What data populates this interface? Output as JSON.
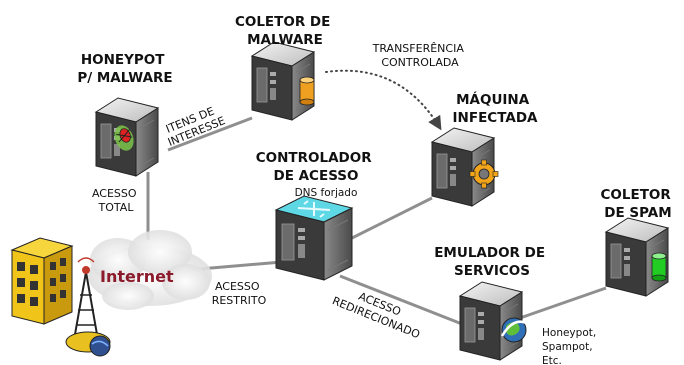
{
  "nodes": {
    "honeypot": {
      "label_line1": "HONEYPOT",
      "label_line2": "P/ MALWARE"
    },
    "coletor_malware": {
      "label_line1": "COLETOR DE",
      "label_line2": "MALWARE"
    },
    "maquina_infectada": {
      "label_line1": "MÁQUINA",
      "label_line2": "INFECTADA"
    },
    "controlador": {
      "label_line1": "CONTROLADOR",
      "label_line2": "DE ACESSO",
      "sublabel": "DNS forjado"
    },
    "coletor_spam": {
      "label_line1": "COLETOR",
      "label_line2": "DE SPAM"
    },
    "emulador": {
      "label_line1": "EMULADOR DE",
      "label_line2": "SERVICOS",
      "note_line1": "Honeypot,",
      "note_line2": "Spampot,",
      "note_line3": "Etc."
    },
    "internet": {
      "label": "Internet"
    }
  },
  "edges": {
    "itens_interesse": {
      "line1": "ITENS DE",
      "line2": "INTERESSE"
    },
    "transferencia": {
      "line1": "TRANSFERÊNCIA",
      "line2": "CONTROLADA"
    },
    "acesso_total": {
      "line1": "ACESSO",
      "line2": "TOTAL"
    },
    "acesso_restrito": {
      "line1": "ACESSO",
      "line2": "RESTRITO"
    },
    "acesso_redirecionado": {
      "line1": "ACESSO",
      "line2": "REDIRECIONADO"
    }
  },
  "colors": {
    "server_dark": "#3a3a3a",
    "server_light": "#9a9a9a",
    "line": "#8f8f8f",
    "cylinder_orange": "#f0a020",
    "cylinder_green": "#22cc22",
    "router_cyan": "#5fd8e6",
    "internet_text": "#8b1a2b"
  }
}
